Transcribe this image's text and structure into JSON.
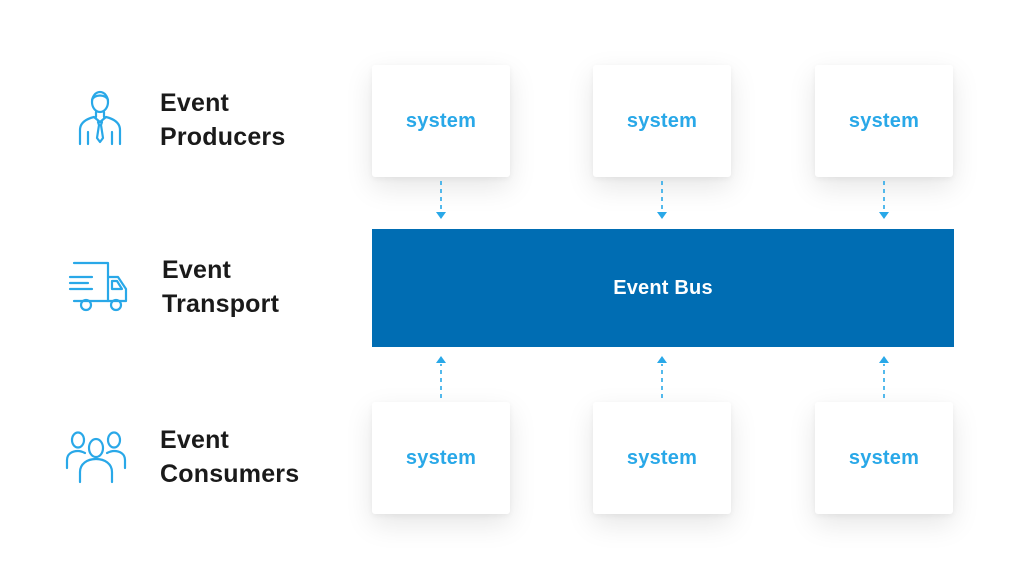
{
  "rows": [
    {
      "title_line1": "Event",
      "title_line2": "Producers",
      "icon": "person-tie-icon"
    },
    {
      "title_line1": "Event",
      "title_line2": "Transport",
      "icon": "delivery-truck-icon"
    },
    {
      "title_line1": "Event",
      "title_line2": "Consumers",
      "icon": "people-group-icon"
    }
  ],
  "producers": [
    "system",
    "system",
    "system"
  ],
  "consumers": [
    "system",
    "system",
    "system"
  ],
  "bus": {
    "label": "Event Bus"
  },
  "colors": {
    "accent": "#29a8e8",
    "bus": "#006db3",
    "text": "#1a1a1a",
    "bus_text": "#ffffff"
  }
}
